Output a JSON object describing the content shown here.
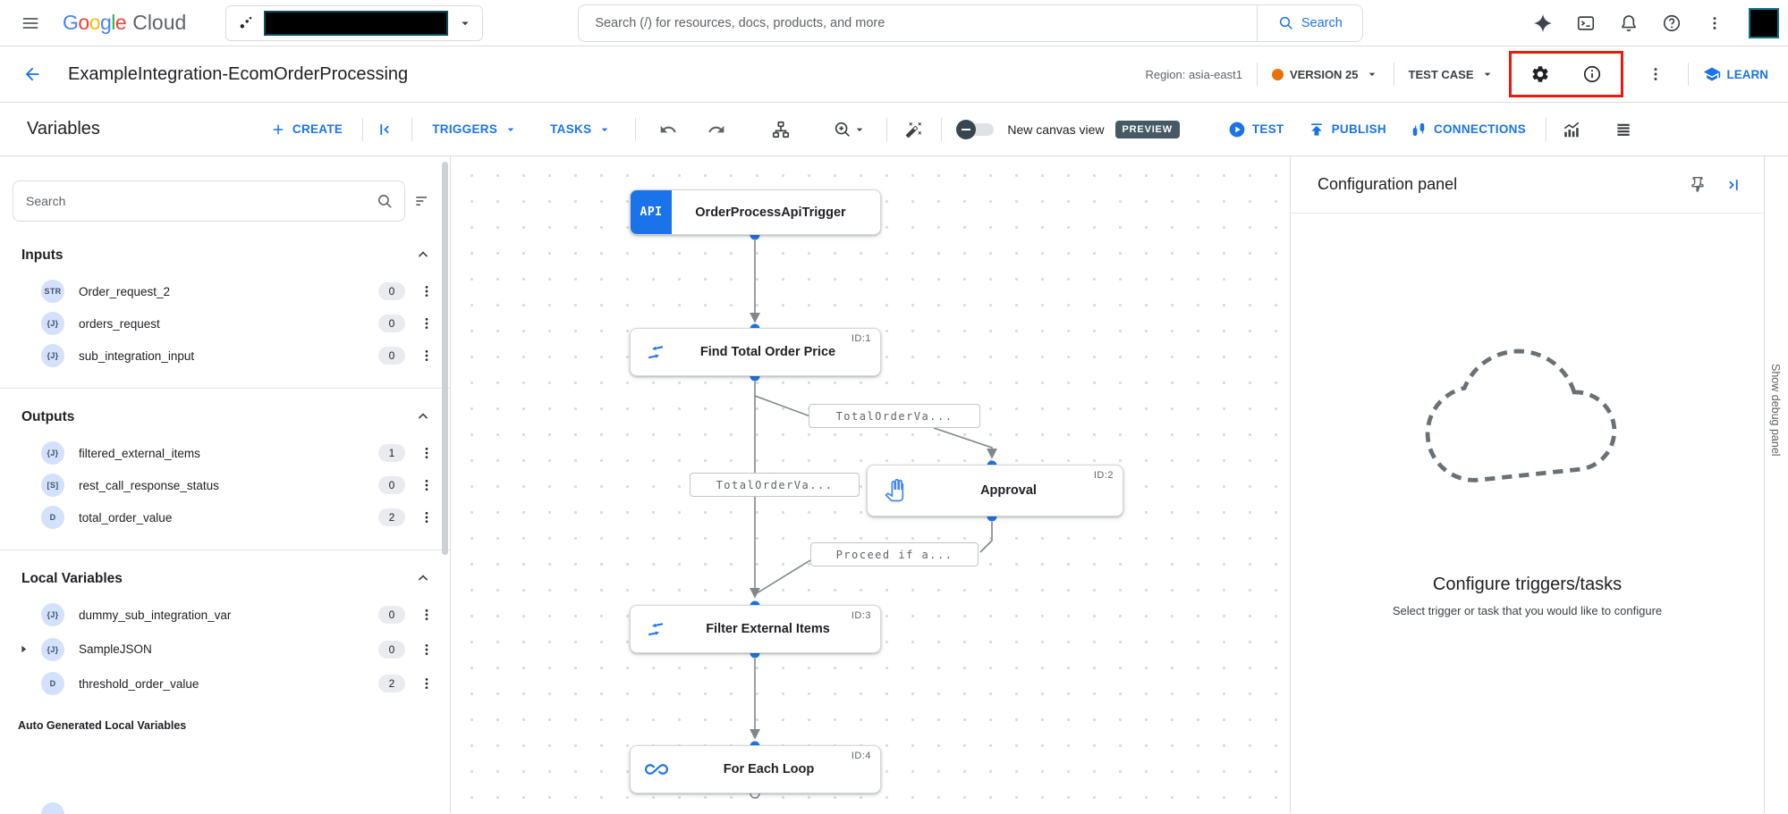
{
  "topbar": {
    "logo_letters": [
      "G",
      "o",
      "o",
      "g",
      "l",
      "e"
    ],
    "logo_cloud": "Cloud",
    "search_placeholder": "Search (/) for resources, docs, products, and more",
    "search_button": "Search"
  },
  "header": {
    "title": "ExampleIntegration-EcomOrderProcessing",
    "region": "Region: asia-east1",
    "version": "VERSION 25",
    "test_case": "TEST CASE",
    "learn": "LEARN"
  },
  "toolbar": {
    "panel_title": "Variables",
    "create": "CREATE",
    "triggers": "TRIGGERS",
    "tasks": "TASKS",
    "canvas_view": "New canvas view",
    "preview": "PREVIEW",
    "test": "TEST",
    "publish": "PUBLISH",
    "connections": "CONNECTIONS"
  },
  "sidebar": {
    "search_placeholder": "Search",
    "sections": [
      {
        "title": "Inputs",
        "items": [
          {
            "badge": "STR",
            "name": "Order_request_2",
            "count": "0"
          },
          {
            "badge": "{J}",
            "name": "orders_request",
            "count": "0"
          },
          {
            "badge": "{J}",
            "name": "sub_integration_input",
            "count": "0"
          }
        ]
      },
      {
        "title": "Outputs",
        "items": [
          {
            "badge": "{J}",
            "name": "filtered_external_items",
            "count": "1"
          },
          {
            "badge": "[S]",
            "name": "rest_call_response_status",
            "count": "0"
          },
          {
            "badge": "D",
            "name": "total_order_value",
            "count": "2"
          }
        ]
      },
      {
        "title": "Local Variables",
        "items": [
          {
            "badge": "{J}",
            "name": "dummy_sub_integration_var",
            "count": "0"
          },
          {
            "badge": "{J}",
            "name": "SampleJSON",
            "count": "0"
          },
          {
            "badge": "D",
            "name": "threshold_order_value",
            "count": "2"
          }
        ]
      }
    ],
    "footer": "Auto Generated Local Variables"
  },
  "canvas": {
    "trigger": {
      "chip": "API",
      "label": "OrderProcessApiTrigger"
    },
    "nodes": [
      {
        "label": "Find Total Order Price",
        "id": "ID:1"
      },
      {
        "label": "Approval",
        "id": "ID:2"
      },
      {
        "label": "Filter External Items",
        "id": "ID:3"
      },
      {
        "label": "For Each Loop",
        "id": "ID:4"
      }
    ],
    "edge_labels": [
      "TotalOrderVa...",
      "TotalOrderVa...",
      "Proceed if a..."
    ]
  },
  "config_panel": {
    "title": "Configuration panel",
    "heading": "Configure triggers/tasks",
    "subheading": "Select trigger or task that you would like to configure"
  },
  "debug": {
    "label": "Show debug panel"
  },
  "colors": {
    "accent": "#1a73e8",
    "version_dot": "#e8710a",
    "preview_badge": "#455a64",
    "callout_border": "#ea1b0a",
    "edge": "#80868b",
    "badge_bg": "#d3e1fd"
  }
}
